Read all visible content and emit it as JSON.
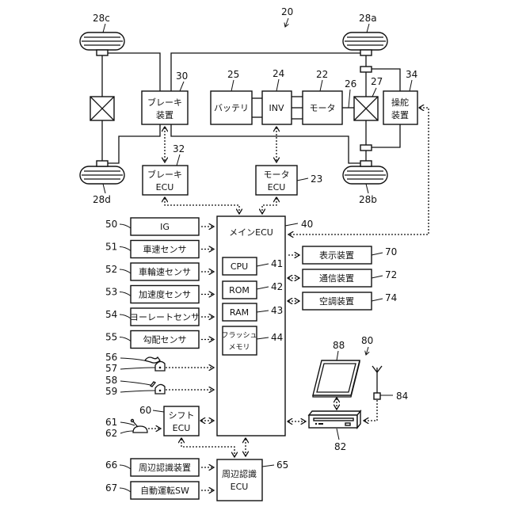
{
  "diagram": {
    "system_ref": "20",
    "wheels": {
      "front_left": "28c",
      "front_right": "28a",
      "rear_left": "28d",
      "rear_right": "28b"
    },
    "drivetrain": {
      "brake_device": {
        "ref": "30",
        "line1": "ブレーキ",
        "line2": "装置"
      },
      "battery": {
        "ref": "25",
        "label": "バッテリ"
      },
      "inverter": {
        "ref": "24",
        "label": "INV"
      },
      "motor": {
        "ref": "22",
        "label": "モータ"
      },
      "shaft_ref": "26",
      "differential_ref": "27",
      "steering_device": {
        "ref": "34",
        "line1": "操舵",
        "line2": "装置"
      }
    },
    "ecus": {
      "brake_ecu": {
        "ref": "32",
        "line1": "ブレーキ",
        "line2": "ECU"
      },
      "motor_ecu": {
        "ref": "23",
        "line1": "モータ",
        "line2": "ECU"
      },
      "main_ecu": {
        "ref": "40",
        "label": "メインECU"
      },
      "shift_ecu": {
        "ref": "60",
        "line1": "シフト",
        "line2": "ECU"
      },
      "perimeter_ecu": {
        "ref": "65",
        "line1": "周辺認識",
        "line2": "ECU"
      }
    },
    "main_ecu_parts": [
      {
        "ref": "41",
        "label": "CPU"
      },
      {
        "ref": "42",
        "label": "ROM"
      },
      {
        "ref": "43",
        "label": "RAM"
      },
      {
        "ref": "44",
        "line1": "フラッシュ",
        "line2": "メモリ"
      }
    ],
    "inputs": [
      {
        "ref": "50",
        "label": "IG"
      },
      {
        "ref": "51",
        "label": "車速センサ"
      },
      {
        "ref": "52",
        "label": "車輪速センサ"
      },
      {
        "ref": "53",
        "label": "加速度センサ"
      },
      {
        "ref": "54",
        "label": "ヨーレートセンサ"
      },
      {
        "ref": "55",
        "label": "勾配センサ"
      }
    ],
    "pedals": [
      {
        "ref_a": "56",
        "ref_b": "57"
      },
      {
        "ref_a": "58",
        "ref_b": "59"
      }
    ],
    "shift_lever": {
      "ref_a": "61",
      "ref_b": "62"
    },
    "outputs": [
      {
        "ref": "70",
        "label": "表示装置"
      },
      {
        "ref": "72",
        "label": "通信装置"
      },
      {
        "ref": "74",
        "label": "空調装置"
      }
    ],
    "perimeter_inputs": [
      {
        "ref": "66",
        "label": "周辺認識装置"
      },
      {
        "ref": "67",
        "label": "自動運転SW"
      }
    ],
    "navigation": {
      "system_ref": "80",
      "display_ref": "88",
      "unit_ref": "82",
      "antenna_ref": "84"
    }
  }
}
